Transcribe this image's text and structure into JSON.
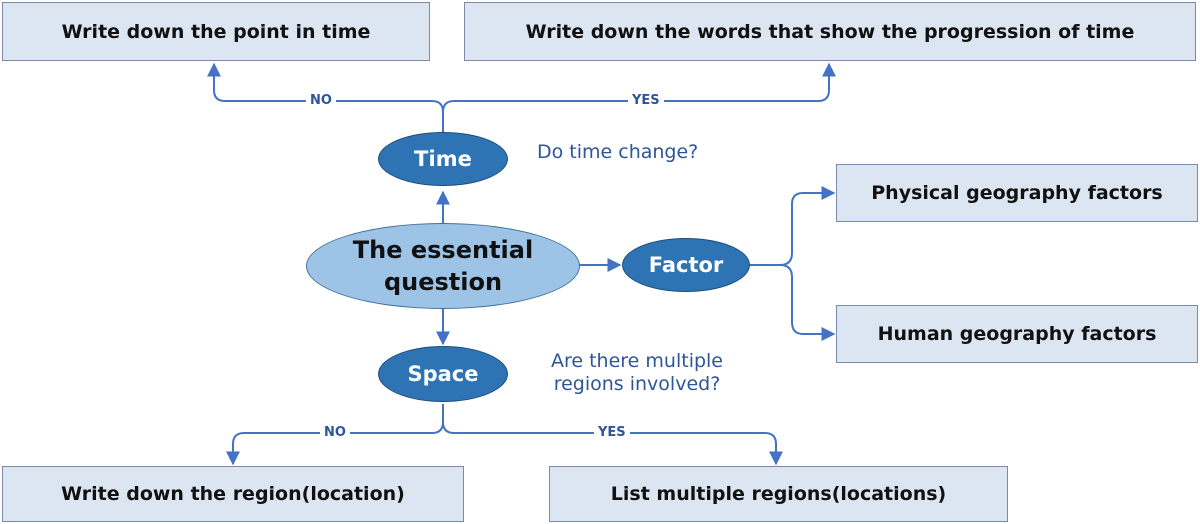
{
  "boxes": {
    "point_in_time": "Write down the point in time",
    "progression_words": "Write down the words that show the progression of time",
    "physical_factors": "Physical geography factors",
    "human_factors": "Human geography factors",
    "region_location": "Write down the region(location)",
    "multiple_regions": "List multiple regions(locations)"
  },
  "nodes": {
    "essential_question": "The essential question",
    "time": "Time",
    "factor": "Factor",
    "space": "Space"
  },
  "questions": {
    "time_question": "Do time change?",
    "space_question": "Are there multiple regions involved?"
  },
  "edge_labels": {
    "time_no": "NO",
    "time_yes": "YES",
    "space_no": "NO",
    "space_yes": "YES"
  },
  "colors": {
    "box_fill": "#dce6f2",
    "oval_dark": "#2e74b5",
    "oval_light": "#9dc3e6",
    "connector": "#4472c4"
  }
}
